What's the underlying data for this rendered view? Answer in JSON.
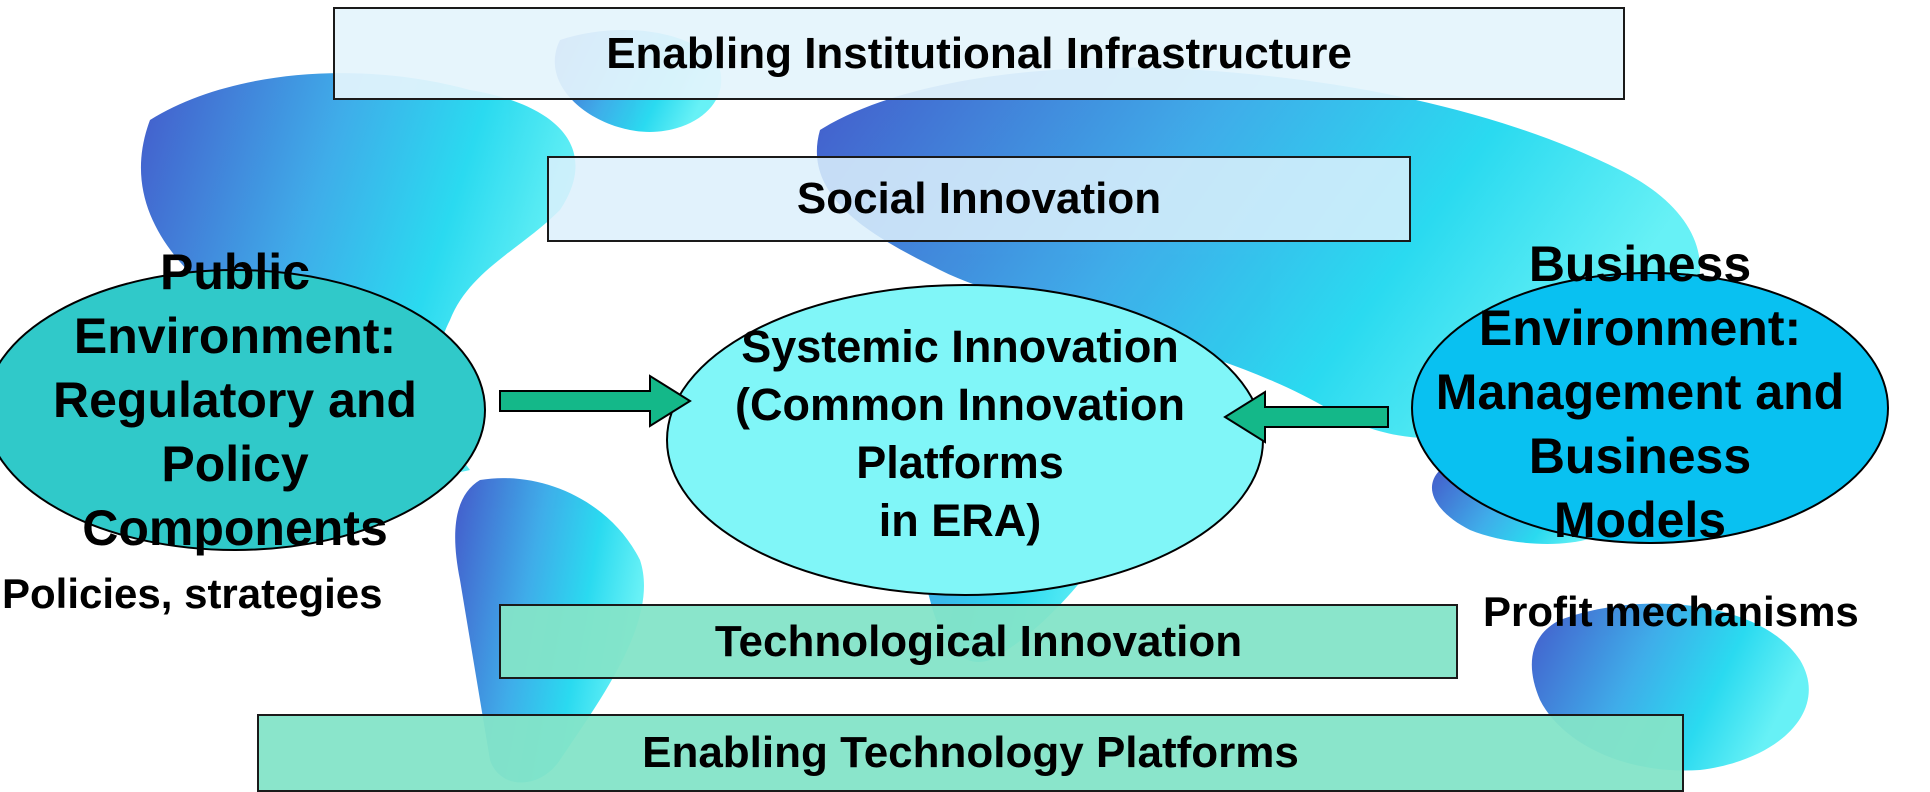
{
  "bands": {
    "top": "Enabling Institutional Infrastructure",
    "social": "Social Innovation",
    "technological": "Technological Innovation",
    "bottom": "Enabling Technology Platforms"
  },
  "public": {
    "title_lines": [
      "Public",
      "Environment:",
      "Regulatory and",
      "Policy",
      "Components"
    ],
    "note": "Policies, strategies"
  },
  "center": {
    "lines": [
      "Systemic Innovation",
      "(Common Innovation",
      "Platforms",
      "in ERA)"
    ]
  },
  "business": {
    "title_lines": [
      "Business",
      "Environment:",
      "Management and",
      "Business",
      "Models"
    ],
    "note": "Profit mechanisms"
  },
  "colors": {
    "public_ellipse": "#30c9c9",
    "center_ellipse": "#80f6f8",
    "business_ellipse": "#09c1f1",
    "arrow": "#14b889",
    "band_green": "#84e4c8"
  }
}
